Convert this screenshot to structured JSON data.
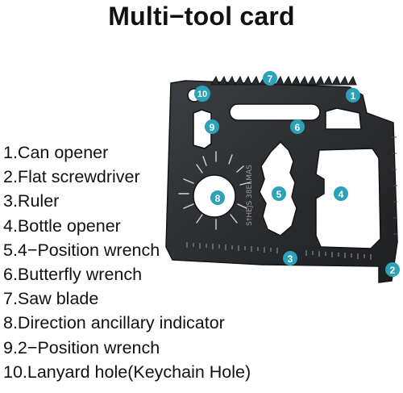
{
  "title": "Multi−tool card",
  "card_engraving": "S†HEJS 38ELMAS",
  "colors": {
    "card_body": "#2a2c2f",
    "card_edge": "#141516",
    "marker_fill": "#2ba2b8",
    "marker_text": "#ffffff",
    "text": "#111111"
  },
  "markers": [
    {
      "number": "1",
      "tool": "can-opener"
    },
    {
      "number": "2",
      "tool": "flat-screwdriver"
    },
    {
      "number": "3",
      "tool": "ruler"
    },
    {
      "number": "4",
      "tool": "bottle-opener"
    },
    {
      "number": "5",
      "tool": "4-position-wrench"
    },
    {
      "number": "6",
      "tool": "butterfly-wrench"
    },
    {
      "number": "7",
      "tool": "saw-blade"
    },
    {
      "number": "8",
      "tool": "direction-indicator"
    },
    {
      "number": "9",
      "tool": "2-position-wrench"
    },
    {
      "number": "10",
      "tool": "lanyard-hole"
    }
  ],
  "legend": [
    "1.Can opener",
    "2.Flat screwdriver",
    "3.Ruler",
    "4.Bottle opener",
    "5.4−Position wrench",
    "6.Butterfly wrench",
    "7.Saw blade",
    "8.Direction ancillary indicator",
    "9.2−Position wrench",
    "10.Lanyard hole(Keychain Hole)"
  ]
}
